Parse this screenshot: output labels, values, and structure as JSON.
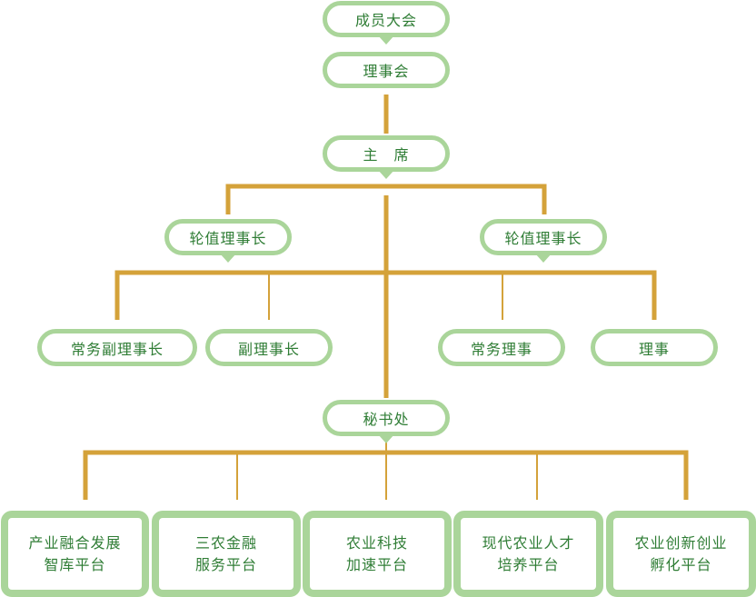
{
  "colors": {
    "line": "#d4a23a",
    "border": "#aad59a",
    "text": "#2f7d35",
    "background": "#ffffff"
  },
  "top": {
    "assembly": "成员大会",
    "council": "理事会",
    "chairman": "主　席"
  },
  "rotating_chairs": {
    "left": "轮值理事长",
    "right": "轮值理事长"
  },
  "officers": {
    "executive_vice_chair": "常务副理事长",
    "vice_chair": "副理事长",
    "executive_director": "常务理事",
    "director": "理事"
  },
  "secretariat": "秘书处",
  "platforms": [
    {
      "line1": "产业融合发展",
      "line2": "智库平台"
    },
    {
      "line1": "三农金融",
      "line2": "服务平台"
    },
    {
      "line1": "农业科技",
      "line2": "加速平台"
    },
    {
      "line1": "现代农业人才",
      "line2": "培养平台"
    },
    {
      "line1": "农业创新创业",
      "line2": "孵化平台"
    }
  ]
}
